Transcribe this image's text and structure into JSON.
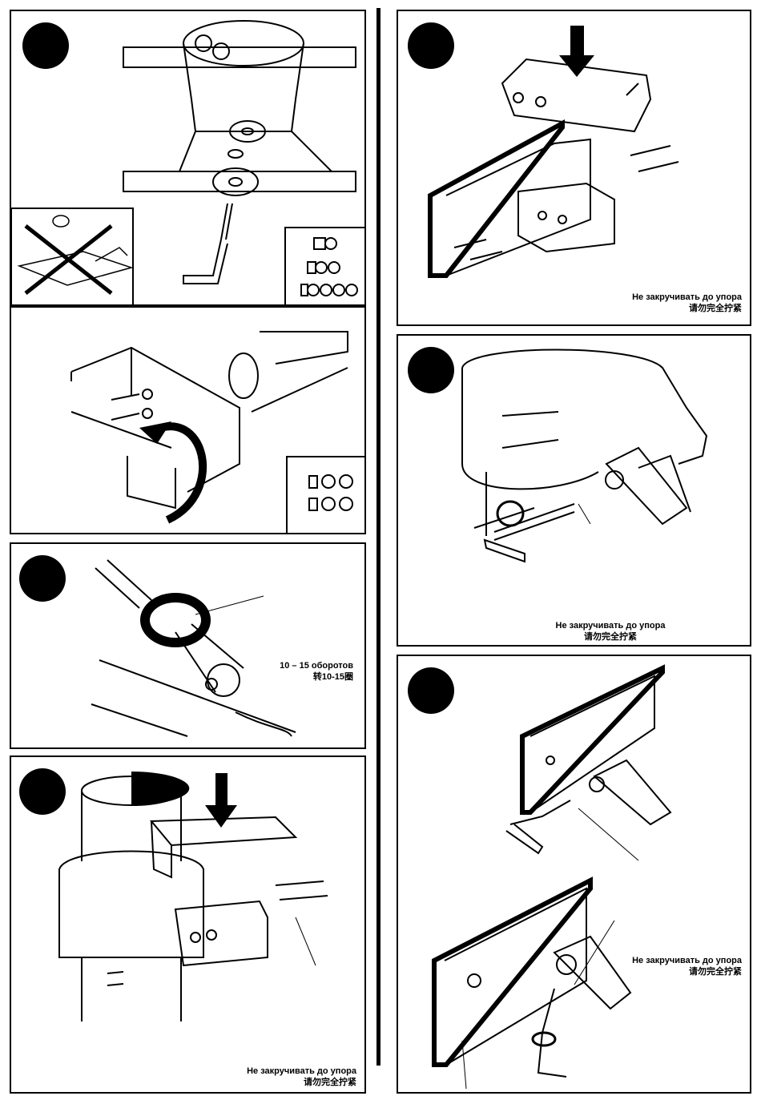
{
  "steps": {
    "step_a": {
      "caption": null
    },
    "step_c": {
      "caption_line1": "10 – 15 оборотов",
      "caption_line2": "转10-15圈"
    },
    "step_d": {
      "caption_line1": "Не закручивать до упора",
      "caption_line2": "请勿完全拧紧"
    },
    "step_e": {
      "caption_line1": "Не закручивать до упора",
      "caption_line2": "请勿完全拧紧"
    },
    "step_f": {
      "caption_line1": "Не закручивать до упора",
      "caption_line2": "请勿完全拧紧"
    },
    "step_g": {
      "caption_line1": "Не закручивать до упора",
      "caption_line2": "请勿完全拧紧"
    }
  },
  "colors": {
    "ink": "#000000",
    "paper": "#ffffff",
    "hatch": "#9a9a9a"
  },
  "icons": [
    "step-number-dot",
    "do-not-cross-icon",
    "washer-stack-icon",
    "rotate-arrow-icon",
    "press-down-arrow-icon",
    "hex-key-icon"
  ]
}
